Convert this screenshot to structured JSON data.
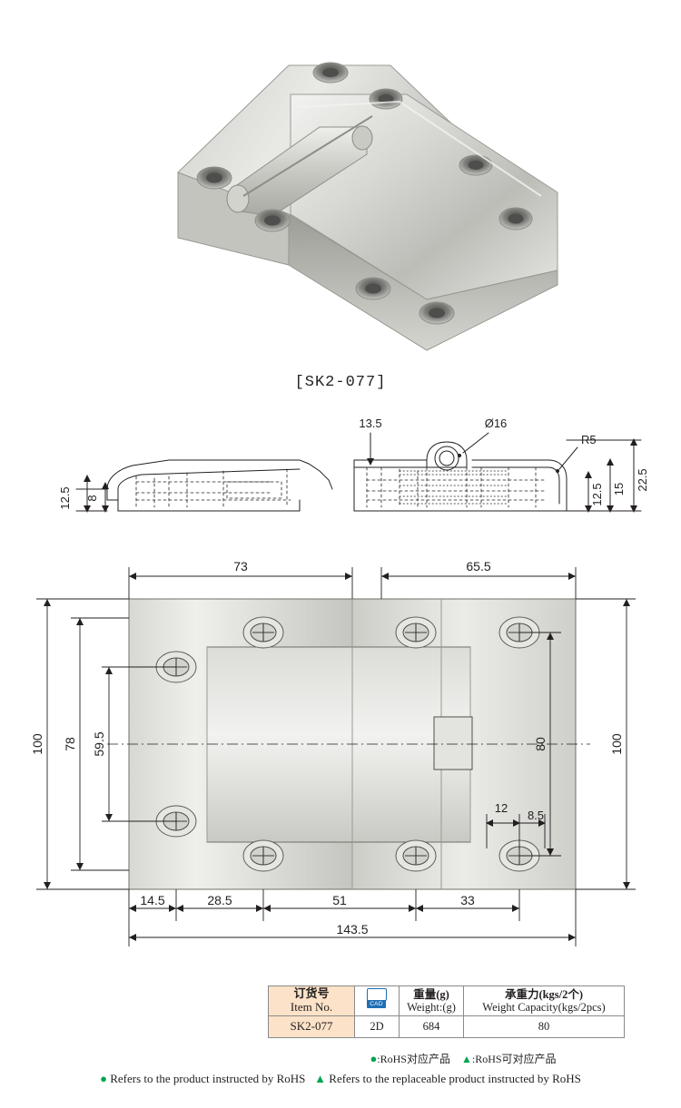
{
  "product": {
    "code_label": "[SK2-077]",
    "photo_alt": "stainless-steel-hinge-photo"
  },
  "side_view": {
    "dims": [
      {
        "name": "dim-13-5",
        "value": "13.5"
      },
      {
        "name": "dim-diameter-16",
        "value": "Ø16"
      },
      {
        "name": "dim-r5",
        "value": "R5"
      },
      {
        "name": "dim-22-5",
        "value": "22.5"
      },
      {
        "name": "dim-15",
        "value": "15"
      },
      {
        "name": "dim-12-5-right",
        "value": "12.5"
      },
      {
        "name": "dim-12-5-left",
        "value": "12.5"
      },
      {
        "name": "dim-8",
        "value": "8"
      }
    ]
  },
  "plan_view": {
    "dims": [
      {
        "name": "dim-73",
        "value": "73"
      },
      {
        "name": "dim-65-5",
        "value": "65.5"
      },
      {
        "name": "dim-100-left",
        "value": "100"
      },
      {
        "name": "dim-78",
        "value": "78"
      },
      {
        "name": "dim-59-5",
        "value": "59.5"
      },
      {
        "name": "dim-80",
        "value": "80"
      },
      {
        "name": "dim-100-right",
        "value": "100"
      },
      {
        "name": "dim-12",
        "value": "12"
      },
      {
        "name": "dim-8-5",
        "value": "8.5"
      },
      {
        "name": "dim-14-5",
        "value": "14.5"
      },
      {
        "name": "dim-28-5",
        "value": "28.5"
      },
      {
        "name": "dim-51",
        "value": "51"
      },
      {
        "name": "dim-33",
        "value": "33"
      },
      {
        "name": "dim-143-5",
        "value": "143.5"
      }
    ]
  },
  "spec_table": {
    "headers": [
      {
        "cn": "订货号",
        "en": "Item No."
      },
      {
        "cn": "",
        "en": ""
      },
      {
        "cn": "重量(g)",
        "en": "Weight:(g)"
      },
      {
        "cn": "承重力(kgs/2个)",
        "en": "Weight Capacity(kgs/2pcs)"
      }
    ],
    "cad_icon_label": "CAD",
    "row": {
      "item_no": "SK2-077",
      "cad": "2D",
      "weight": "684",
      "capacity": "80"
    }
  },
  "rohs_note": {
    "dot": "●",
    "dot_text": ":RoHS对应产品",
    "tri": "▲",
    "tri_text": ":RoHS可对应产品"
  },
  "legend": {
    "dot": "●",
    "dot_text": "Refers to the product instructed by RoHS",
    "tri": "▲",
    "tri_text": "Refers to the replaceable product instructed by RoHS"
  },
  "colors": {
    "accent_green": "#00a550",
    "code_bg": "#fbe2c8",
    "line": "#231f20",
    "cad_blue": "#1f6fb4"
  }
}
